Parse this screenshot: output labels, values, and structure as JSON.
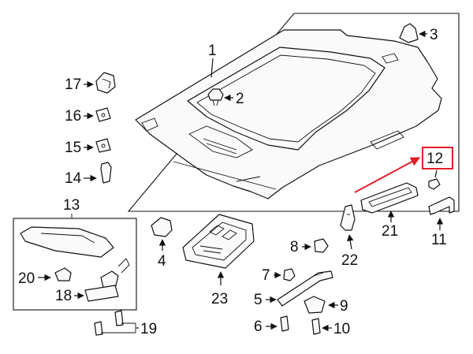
{
  "diagram": {
    "callouts": {
      "c1": "1",
      "c2": "2",
      "c3": "3",
      "c4": "4",
      "c5": "5",
      "c6": "6",
      "c7": "7",
      "c8": "8",
      "c9": "9",
      "c10": "10",
      "c11": "11",
      "c12": "12",
      "c13": "13",
      "c14": "14",
      "c15": "15",
      "c16": "16",
      "c17": "17",
      "c18": "18",
      "c19": "19",
      "c20": "20",
      "c21": "21",
      "c22": "22",
      "c23": "23"
    },
    "colors": {
      "ink": "#111111",
      "highlight": "#e0202a"
    }
  }
}
